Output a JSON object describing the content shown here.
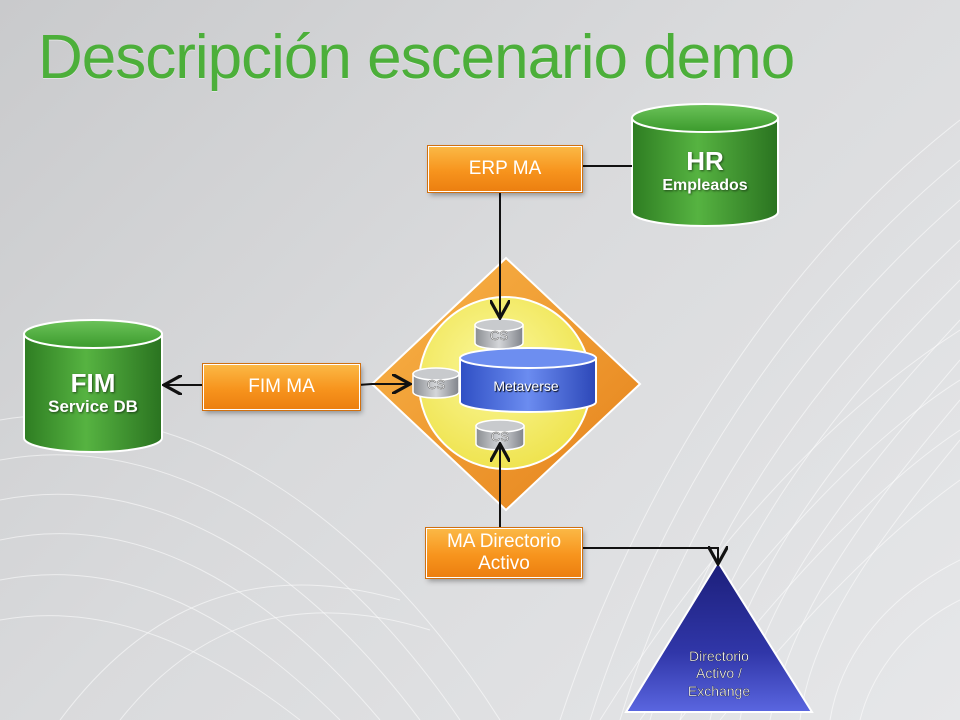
{
  "title": "Descripción escenario demo",
  "boxes": {
    "erp_ma": "ERP MA",
    "fim_ma": "FIM MA",
    "ad_ma_line1": "MA Directorio",
    "ad_ma_line2": "Activo"
  },
  "databases": {
    "hr_title": "HR",
    "hr_subtitle": "Empleados",
    "fim_title": "FIM",
    "fim_subtitle": "Service DB"
  },
  "metaverse": {
    "label": "Metaverse",
    "cs_top": "CS",
    "cs_left": "CS",
    "cs_bottom": "CS"
  },
  "directory": {
    "line1": "Directorio",
    "line2": "Activo /",
    "line3": "Exchange"
  },
  "colors": {
    "title": "#4caf3a",
    "ma_box": "#f7941d",
    "database": "#3f9a2e",
    "sync_engine": "#f5a02a",
    "metaverse_circle": "#f4f06a",
    "metaverse_db": "#4b6fe0",
    "directory_triangle": "#2a2f9a"
  }
}
